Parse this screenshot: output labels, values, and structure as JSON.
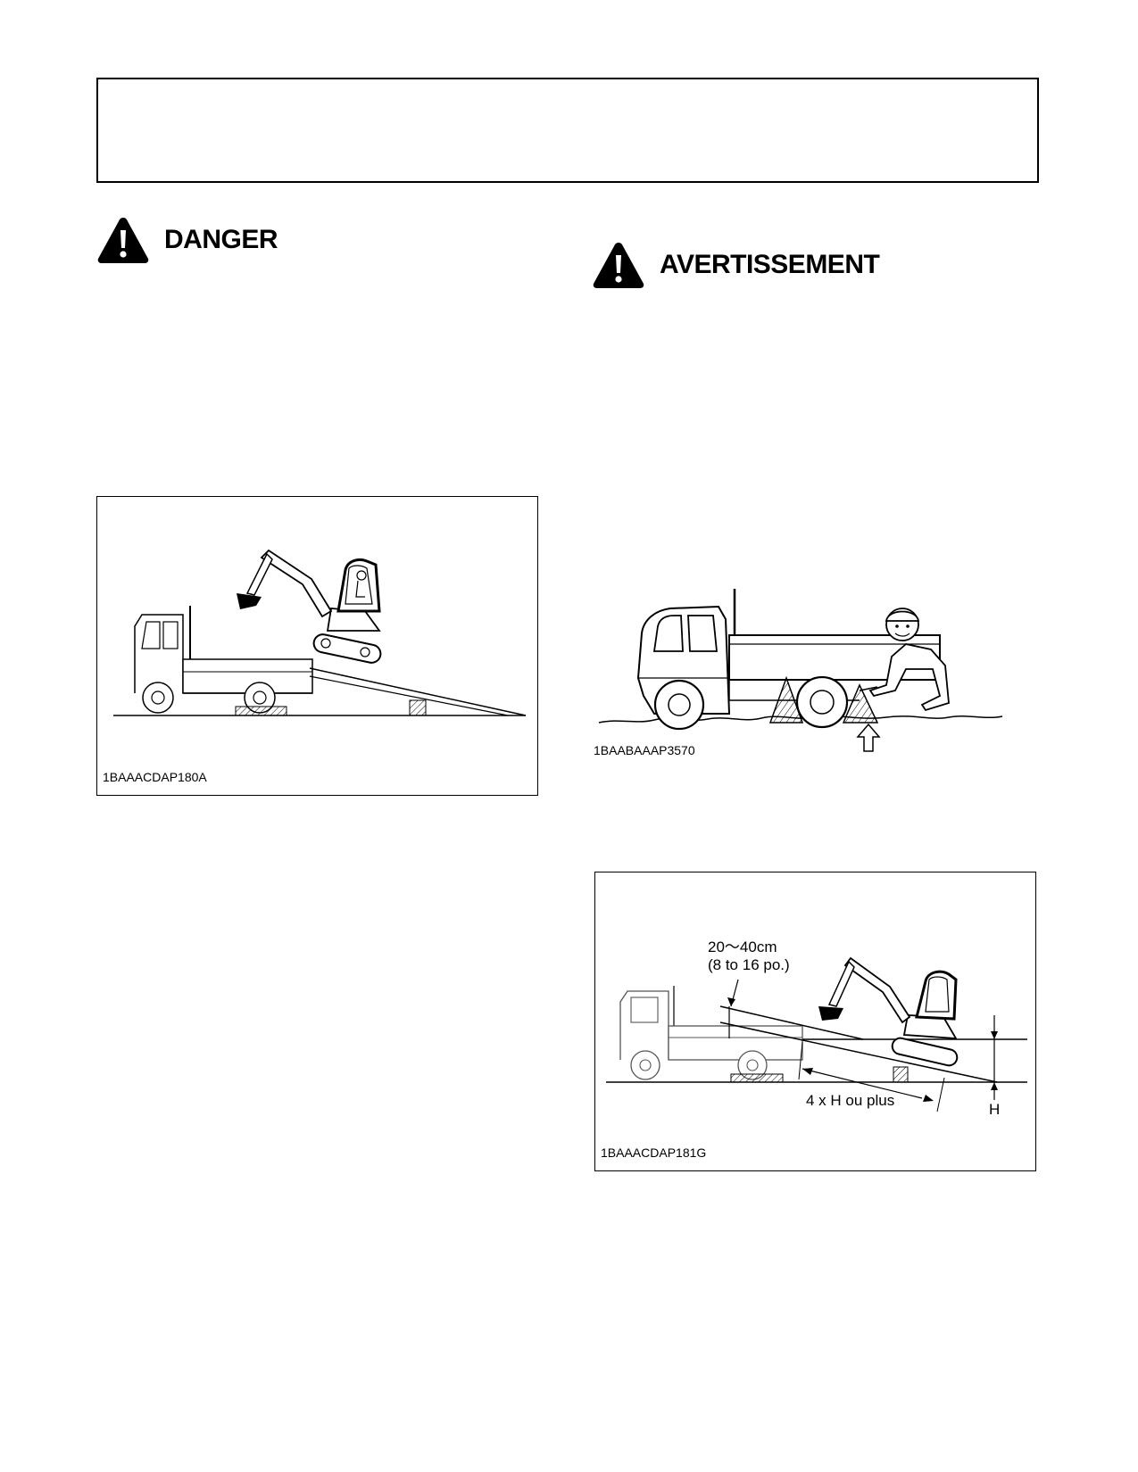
{
  "left_column": {
    "heading": {
      "icon": "warning-triangle-icon",
      "title": "DANGER"
    },
    "figure": {
      "code": "1BAAACDAP180A"
    }
  },
  "right_column": {
    "heading": {
      "icon": "warning-triangle-icon",
      "title": "AVERTISSEMENT"
    },
    "figure_chocks": {
      "code": "1BAABAAAP3570"
    },
    "figure_ramp": {
      "code": "1BAAACDAP181G",
      "clearance_label": "20～40cm",
      "clearance_label_imperial": "(8 to 16 po.)",
      "ramp_length_label": "4 x H ou plus",
      "height_label": "H"
    }
  }
}
